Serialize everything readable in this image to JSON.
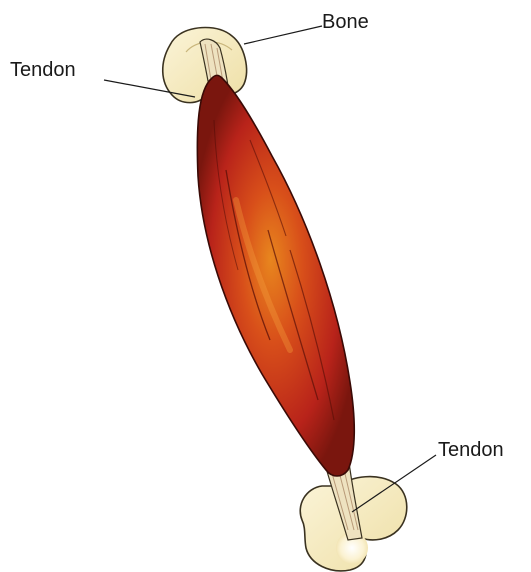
{
  "labels": {
    "bone": "Bone",
    "tendon_top": "Tendon",
    "tendon_bottom": "Tendon"
  },
  "colors": {
    "bone_fill": "#f6ecc2",
    "bone_outline": "#3a3220",
    "muscle_dark": "#7a160e",
    "muscle_mid": "#c22a18",
    "muscle_light": "#e87a1c",
    "tendon": "#eee2c0",
    "leader_line": "#1a1a1a"
  }
}
